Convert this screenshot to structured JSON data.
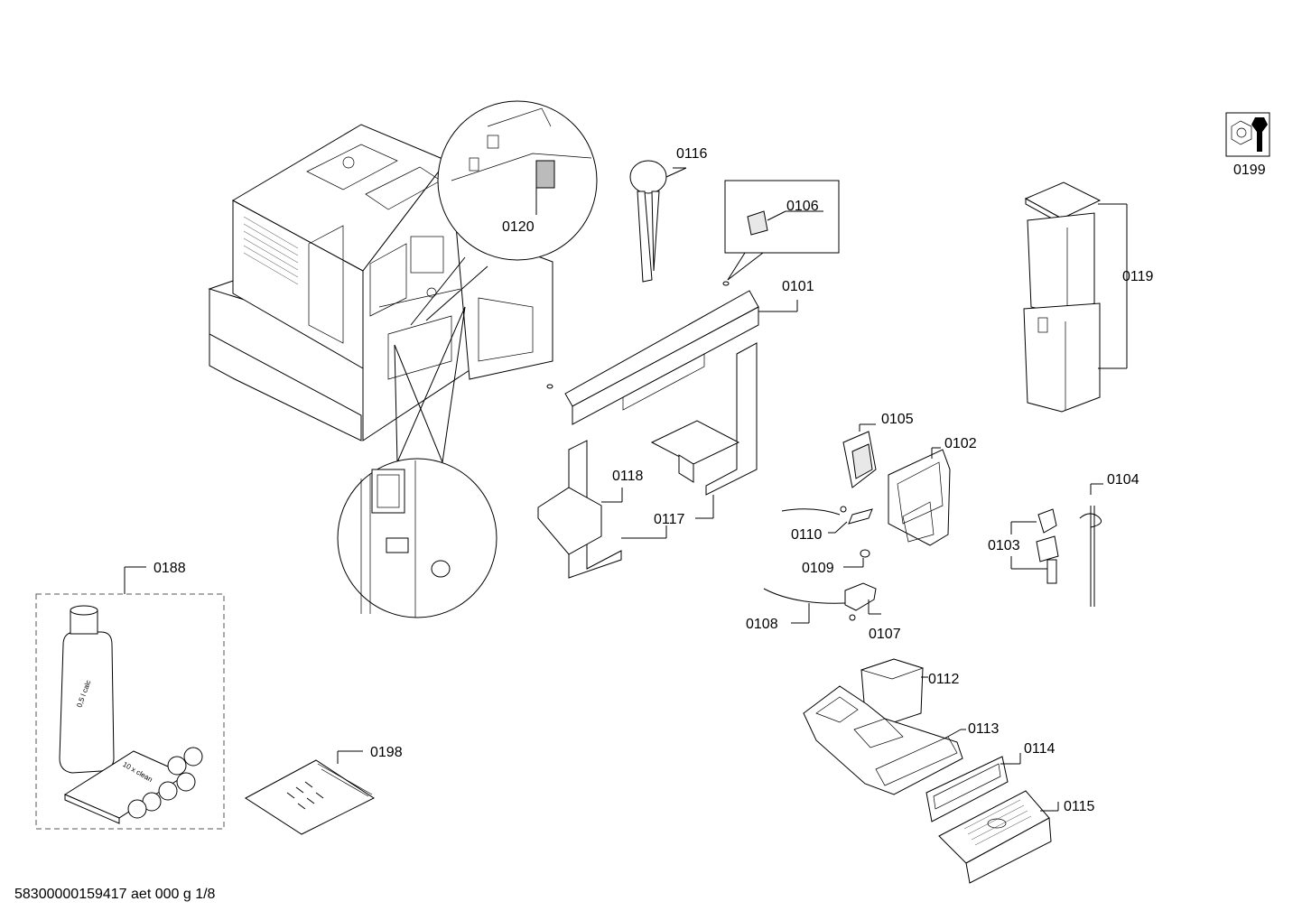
{
  "labels": {
    "p0101": "0101",
    "p0102": "0102",
    "p0103": "0103",
    "p0104": "0104",
    "p0105": "0105",
    "p0106": "0106",
    "p0107": "0107",
    "p0108": "0108",
    "p0109": "0109",
    "p0110": "0110",
    "p0112": "0112",
    "p0113": "0113",
    "p0114": "0114",
    "p0115": "0115",
    "p0116": "0116",
    "p0117": "0117",
    "p0118": "0118",
    "p0119": "0119",
    "p0120": "0120",
    "p0188": "0188",
    "p0198": "0198",
    "p0199": "0199"
  },
  "bottle_text": "0,5 l calc",
  "tablets_text": "10 x clean",
  "footer": "58300000159417 aet 000 g 1/8"
}
